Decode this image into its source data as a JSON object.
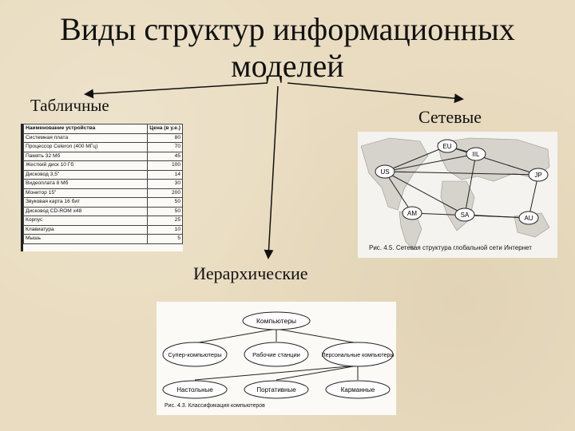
{
  "slide": {
    "title": "Виды структур информационных моделей",
    "labels": {
      "table": "Табличные",
      "network": "Сетевые",
      "hierarchy": "Иерархические"
    }
  },
  "table_image": {
    "headers": [
      "Наименование устройства",
      "Цена (в у.е.)"
    ],
    "rows": [
      [
        "Системная плата",
        "80"
      ],
      [
        "Процессор Celeron (400 МГц)",
        "70"
      ],
      [
        "Память 32 Мб",
        "45"
      ],
      [
        "Жесткий диск 10 Гб",
        "100"
      ],
      [
        "Дисковод 3,5\"",
        "14"
      ],
      [
        "Видеоплата 8 Мб",
        "30"
      ],
      [
        "Монитор 15\"",
        "200"
      ],
      [
        "Звуковая карта 16 бит",
        "50"
      ],
      [
        "Дисковод CD-ROM x48",
        "50"
      ],
      [
        "Корпус",
        "25"
      ],
      [
        "Клавиатура",
        "10"
      ],
      [
        "Мышь",
        "5"
      ]
    ]
  },
  "network_image": {
    "nodes": [
      "EU",
      "IIL",
      "US",
      "JP",
      "AM",
      "SA",
      "AU"
    ],
    "caption": "Рис. 4.5. Сетевая структура глобальной сети Интернет"
  },
  "hierarchy_image": {
    "root": "Компьютеры",
    "level2": [
      "Супер-компьютеры",
      "Рабочие станции",
      "Персональные компьютеры"
    ],
    "level3": [
      "Настольные",
      "Портативные",
      "Карманные"
    ],
    "caption": "Рис. 4.3. Классификация компьютеров"
  }
}
